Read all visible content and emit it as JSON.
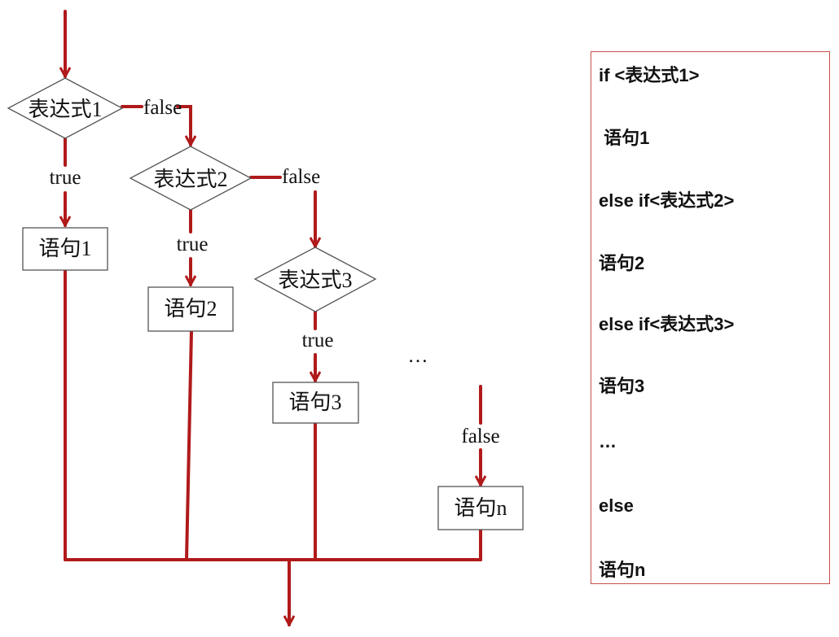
{
  "colors": {
    "flow_line": "#b01a1a",
    "shape_stroke": "#555555",
    "code_border": "#c9504a"
  },
  "flowchart": {
    "conditions": [
      {
        "text": "表达式1"
      },
      {
        "text": "表达式2"
      },
      {
        "text": "表达式3"
      }
    ],
    "statements": [
      {
        "text": "语句1"
      },
      {
        "text": "语句2"
      },
      {
        "text": "语句3"
      },
      {
        "text": "语句n"
      }
    ],
    "true_label": "true",
    "false_label": "false",
    "ellipsis": "…"
  },
  "code": {
    "lines": [
      "if <表达式1>",
      " 语句1",
      "else if<表达式2>",
      "语句2",
      "else if<表达式3>",
      "语句3",
      "…",
      "else",
      "语句n"
    ]
  }
}
